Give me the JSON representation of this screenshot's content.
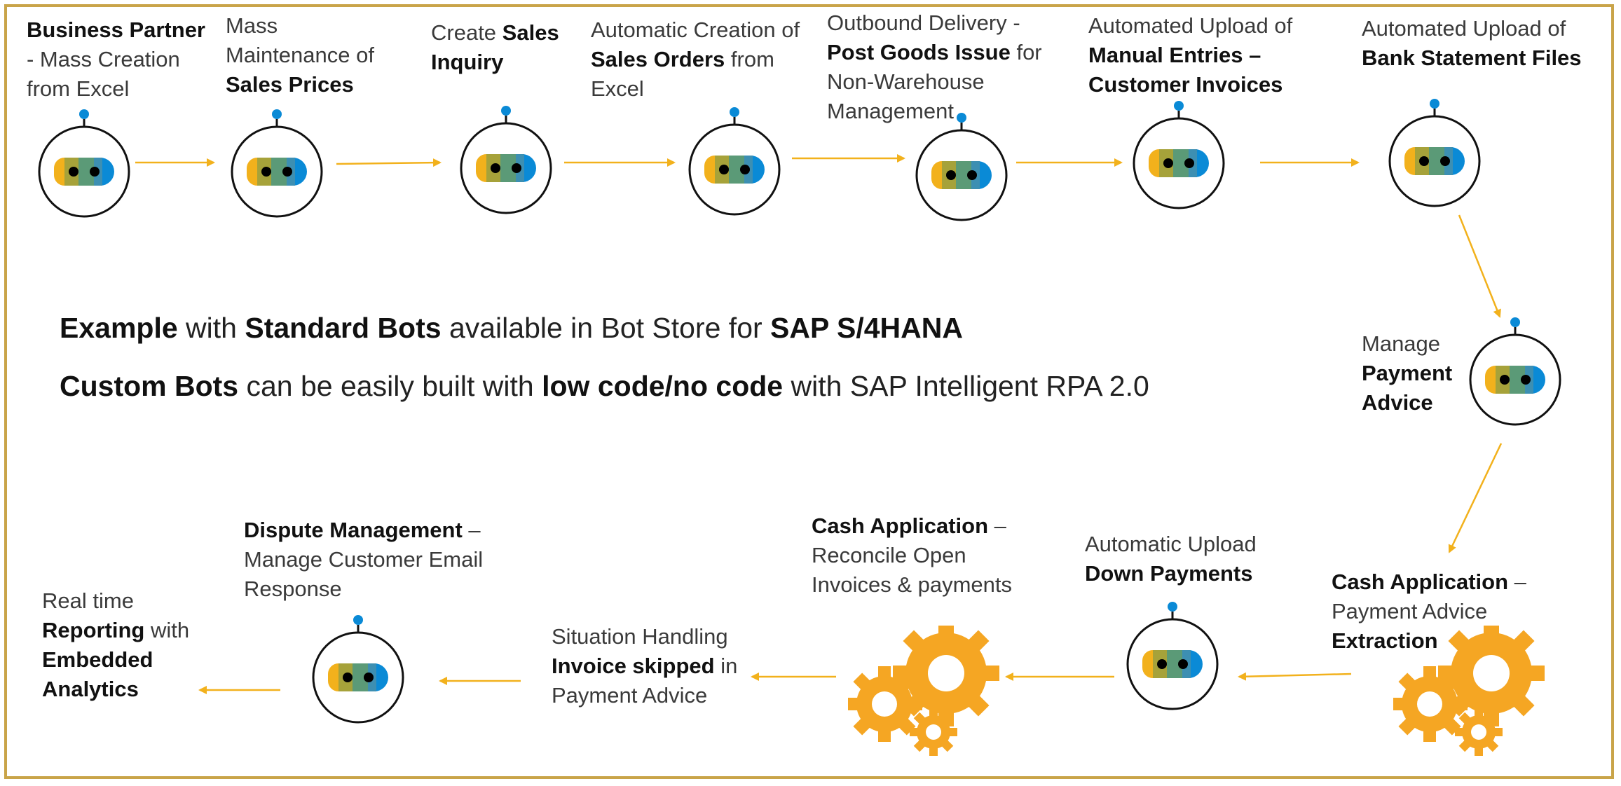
{
  "colors": {
    "arrow": "#f2b11c",
    "border": "#c9a449",
    "bot_pin": "#0a8ad6",
    "gear": "#f5a623"
  },
  "steps": {
    "s1": {
      "parts": [
        {
          "b": true,
          "t": "Business Partner"
        },
        {
          "b": false,
          "t": " - Mass Creation from Excel"
        }
      ]
    },
    "s2": {
      "parts": [
        {
          "b": false,
          "t": "Mass Maintenance of "
        },
        {
          "b": true,
          "t": "Sales Prices"
        }
      ]
    },
    "s3": {
      "parts": [
        {
          "b": false,
          "t": "Create "
        },
        {
          "b": true,
          "t": "Sales Inquiry"
        }
      ]
    },
    "s4": {
      "parts": [
        {
          "b": false,
          "t": "Automatic Creation of "
        },
        {
          "b": true,
          "t": "Sales Orders"
        },
        {
          "b": false,
          "t": " from Excel"
        }
      ]
    },
    "s5": {
      "parts": [
        {
          "b": false,
          "t": "Outbound Delivery - "
        },
        {
          "b": true,
          "t": "Post Goods Issue"
        },
        {
          "b": false,
          "t": " for Non-Warehouse Management"
        }
      ]
    },
    "s6": {
      "parts": [
        {
          "b": false,
          "t": "Automated Upload of "
        },
        {
          "b": true,
          "t": "Manual Entries – Customer Invoices"
        }
      ]
    },
    "s7": {
      "parts": [
        {
          "b": false,
          "t": "Automated Upload of "
        },
        {
          "b": true,
          "t": "Bank Statement Files"
        }
      ]
    },
    "s8": {
      "parts": [
        {
          "b": false,
          "t": "Manage "
        },
        {
          "b": true,
          "t": "Payment Advice"
        }
      ]
    },
    "s9": {
      "parts": [
        {
          "b": true,
          "t": "Cash Application"
        },
        {
          "b": false,
          "t": " – Payment Advice "
        },
        {
          "b": true,
          "t": "Extraction"
        }
      ]
    },
    "s10": {
      "parts": [
        {
          "b": false,
          "t": "Automatic Upload "
        },
        {
          "b": true,
          "t": "Down Payments"
        }
      ]
    },
    "s11": {
      "parts": [
        {
          "b": true,
          "t": "Cash Application"
        },
        {
          "b": false,
          "t": " – Reconcile Open Invoices & payments"
        }
      ]
    },
    "s12": {
      "parts": [
        {
          "b": false,
          "t": "Situation Handling "
        },
        {
          "b": true,
          "t": "Invoice skipped"
        },
        {
          "b": false,
          "t": " in Payment Advice"
        }
      ]
    },
    "s13": {
      "parts": [
        {
          "b": true,
          "t": "Dispute Management"
        },
        {
          "b": false,
          "t": " – Manage Customer Email Response"
        }
      ]
    },
    "s14": {
      "parts": [
        {
          "b": false,
          "t": "Real time "
        },
        {
          "b": true,
          "t": "Reporting"
        },
        {
          "b": false,
          "t": " with "
        },
        {
          "b": true,
          "t": "Embedded Analytics"
        }
      ]
    }
  },
  "center": {
    "line1": [
      {
        "b": true,
        "t": "Example"
      },
      {
        "b": false,
        "t": " with "
      },
      {
        "b": true,
        "t": "Standard Bots"
      },
      {
        "b": false,
        "t": " available in Bot Store for "
      },
      {
        "b": true,
        "t": "SAP S/4HANA"
      }
    ],
    "line2": [
      {
        "b": true,
        "t": "Custom Bots"
      },
      {
        "b": false,
        "t": " can be easily built with "
      },
      {
        "b": true,
        "t": "low code/no code"
      },
      {
        "b": false,
        "t": " with SAP Intelligent RPA 2.0"
      }
    ]
  }
}
